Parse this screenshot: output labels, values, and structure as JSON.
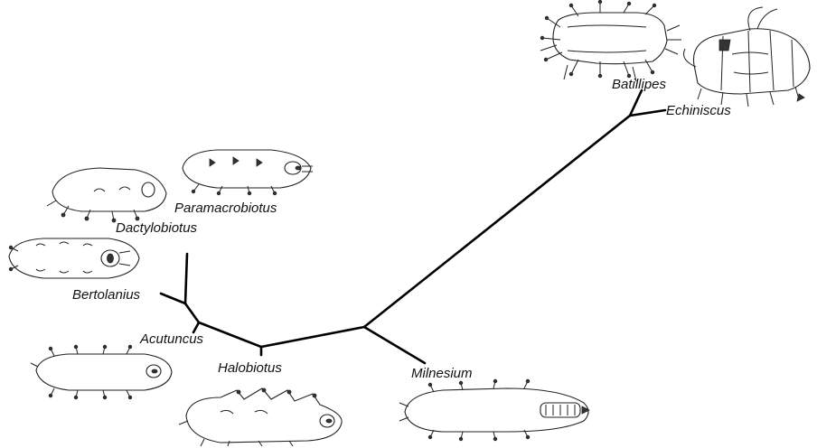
{
  "taxa": {
    "batillipes": "Batillipes",
    "echiniscus": "Echiniscus",
    "paramacrobiotus": "Paramacrobiotus",
    "dactylobiotus": "Dactylobiotus",
    "bertolanius": "Bertolanius",
    "acutuncus": "Acutuncus",
    "halobiotus": "Halobiotus",
    "milnesium": "Milnesium"
  }
}
